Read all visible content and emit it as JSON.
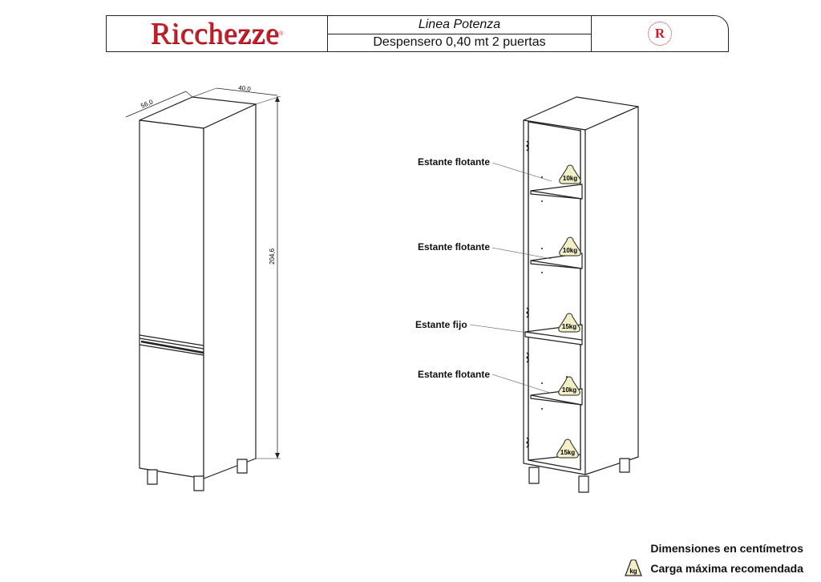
{
  "header": {
    "logo_text": "Ricchezze",
    "line_name": "Linea Potenza",
    "product_name": "Despensero 0,40 mt 2 puertas",
    "seal_letter": "R"
  },
  "dimensions": {
    "width": "40,0",
    "depth": "56,0",
    "height": "204,6"
  },
  "shelves": [
    {
      "label": "Estante flotante",
      "load": "10kg"
    },
    {
      "label": "Estante flotante",
      "load": "10kg"
    },
    {
      "label": "Estante fijo",
      "load": "15kg"
    },
    {
      "label": "Estante flotante",
      "load": "10kg"
    }
  ],
  "bottom_load": "15kg",
  "legend": {
    "units": "Dimensiones en centímetros",
    "load_icon_text": "kg",
    "load_text": "Carga máxima recomendada"
  },
  "colors": {
    "brand_red": "#c8202a",
    "weight_fill": "#f3efc6",
    "line": "#222222"
  }
}
